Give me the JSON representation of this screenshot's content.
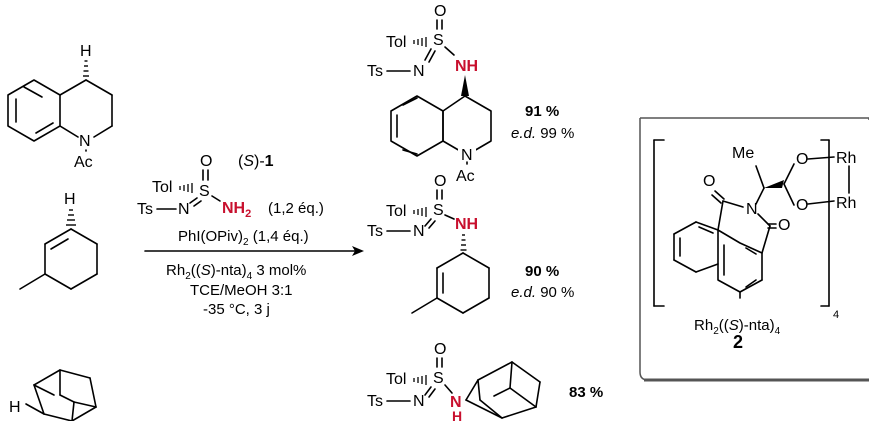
{
  "labels": {
    "H": "H",
    "N": "N",
    "Ac": "Ac",
    "O": "O",
    "S": "S",
    "Tol": "Tol",
    "Ts": "Ts",
    "NH": "NH",
    "Rh": "Rh",
    "Me": "Me",
    "sub4": "4",
    "sub2": "2"
  },
  "reagent": {
    "id_prefix": "(",
    "id_S": "S",
    "id_suffix": ")-",
    "id_num": "1",
    "nh2_n": "NH",
    "nh2_sub": "2",
    "nh2_eq": "(1,2 éq.)",
    "oxidant_pre": "PhI(OPiv)",
    "oxidant_post": "(1,4 éq.)",
    "cat_pre": "Rh",
    "cat_mid": "((",
    "cat_S": "S",
    "cat_mid2": ")-nta)",
    "cat_post": "3 mol%",
    "solvent": "TCE/MeOH 3:1",
    "conditions": "-35 °C, 3 j"
  },
  "results": [
    {
      "yield": "91 %",
      "ed_label": "e.d.",
      "ed_value": "99 %"
    },
    {
      "yield": "90 %",
      "ed_label": "e.d.",
      "ed_value": "90 %"
    },
    {
      "yield": "83 %"
    }
  ],
  "catalyst_box": {
    "name_pre": "Rh",
    "name_mid": "((",
    "name_S": "S",
    "name_mid2": ")-nta)",
    "number": "2"
  },
  "colors": {
    "highlight": "#c8102e",
    "ink": "#000000"
  }
}
